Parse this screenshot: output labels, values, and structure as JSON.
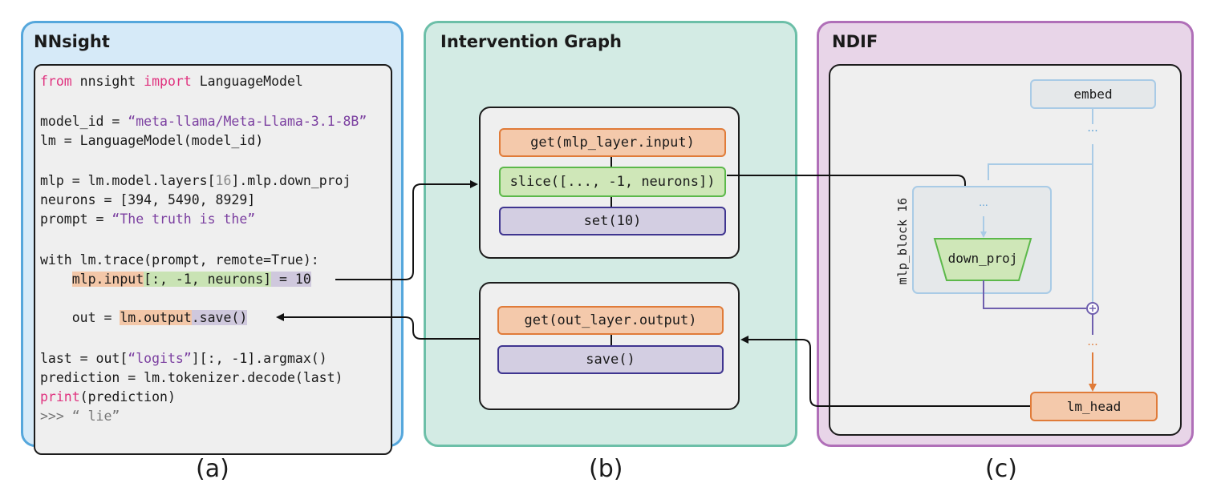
{
  "panels": {
    "nnsight": {
      "title": "NNsight",
      "caption": "(a)"
    },
    "graph": {
      "title": "Intervention Graph",
      "caption": "(b)"
    },
    "ndif": {
      "title": "NDIF",
      "caption": "(c)"
    }
  },
  "code": {
    "l1_kw1": "from",
    "l1_a": " nnsight ",
    "l1_kw2": "import",
    "l1_b": " LanguageModel",
    "l2_a": "model_id = ",
    "l2_str": "“meta-llama/Meta-Llama-3.1-8B”",
    "l3": "lm = LanguageModel(model_id)",
    "l4_a": "mlp = lm.model.layers[",
    "l4_num": "16",
    "l4_b": "].mlp.down_proj",
    "l5": "neurons = [394, 5490, 8929]",
    "l6_a": "prompt = ",
    "l6_str": "“The truth is the”",
    "l7": "with lm.trace(prompt, remote=True):",
    "l8_a": "    ",
    "l8_orange": "mlp.input",
    "l8_green": "[:, -1, neurons]",
    "l8_purple": " = 10",
    "l9_a": "    out = ",
    "l9_orange": "lm.output",
    "l9_purple": ".save()",
    "l10_a": "last = out[",
    "l10_str": "“logits”",
    "l10_b": "][:, -1].argmax()",
    "l11": "prediction = lm.tokenizer.decode(last)",
    "l12_kw": "print",
    "l12_a": "(prediction)",
    "l13": ">>> “ lie”"
  },
  "graph": {
    "top": {
      "op1": "get(mlp_layer.input)",
      "op2": "slice([..., -1, neurons])",
      "op3": "set(10)"
    },
    "bottom": {
      "op1": "get(out_layer.output)",
      "op2": "save()"
    }
  },
  "ndif": {
    "embed": "embed",
    "ellipsis_top": "...",
    "block_label": "mlp_block 16",
    "block_ellipsis": "...",
    "down_proj": "down_proj",
    "plus": "+",
    "ellipsis_bottom": "...",
    "lm_head": "lm_head"
  },
  "colors": {
    "nnsight_bg": "#d6eaf8",
    "nnsight_border": "#55a7dc",
    "graph_bg": "#d3ebe4",
    "graph_border": "#6cbfa8",
    "ndif_bg": "#e8d5e8",
    "ndif_border": "#b06fb8",
    "orange": "#e07b39",
    "green": "#5cb84a",
    "purple": "#3f3590",
    "light_blue": "#a9cbe6"
  }
}
